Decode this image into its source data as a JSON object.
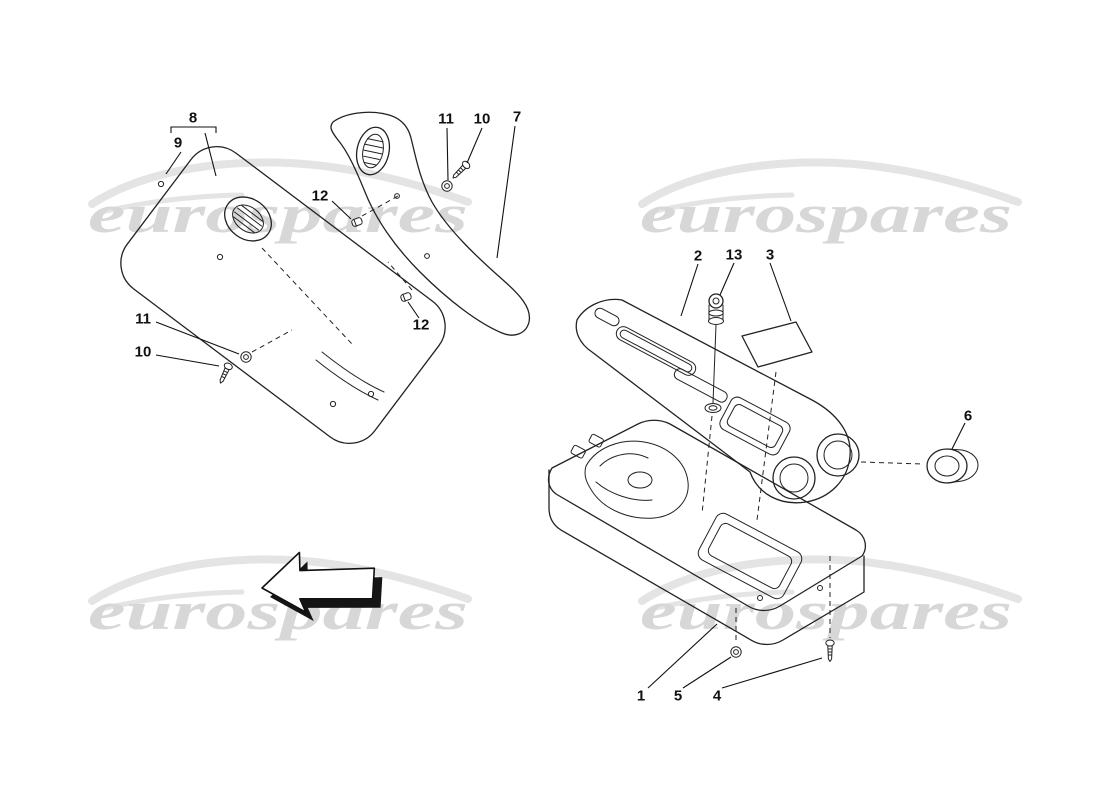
{
  "watermark": {
    "text": "eurospares",
    "color": "#d7d7d7"
  },
  "colors": {
    "line_art": "#222222",
    "label_text": "#111111",
    "background": "#ffffff"
  },
  "diagram": {
    "description": "Exploded parts diagram: tunnel side trim panels and centre console assembly",
    "labels": [
      {
        "text": "8"
      },
      {
        "text": "9"
      },
      {
        "text": "11"
      },
      {
        "text": "10"
      },
      {
        "text": "7"
      },
      {
        "text": "12"
      },
      {
        "text": "12"
      },
      {
        "text": "11"
      },
      {
        "text": "10"
      },
      {
        "text": "2"
      },
      {
        "text": "13"
      },
      {
        "text": "3"
      },
      {
        "text": "6"
      },
      {
        "text": "1"
      },
      {
        "text": "5"
      },
      {
        "text": "4"
      }
    ]
  }
}
